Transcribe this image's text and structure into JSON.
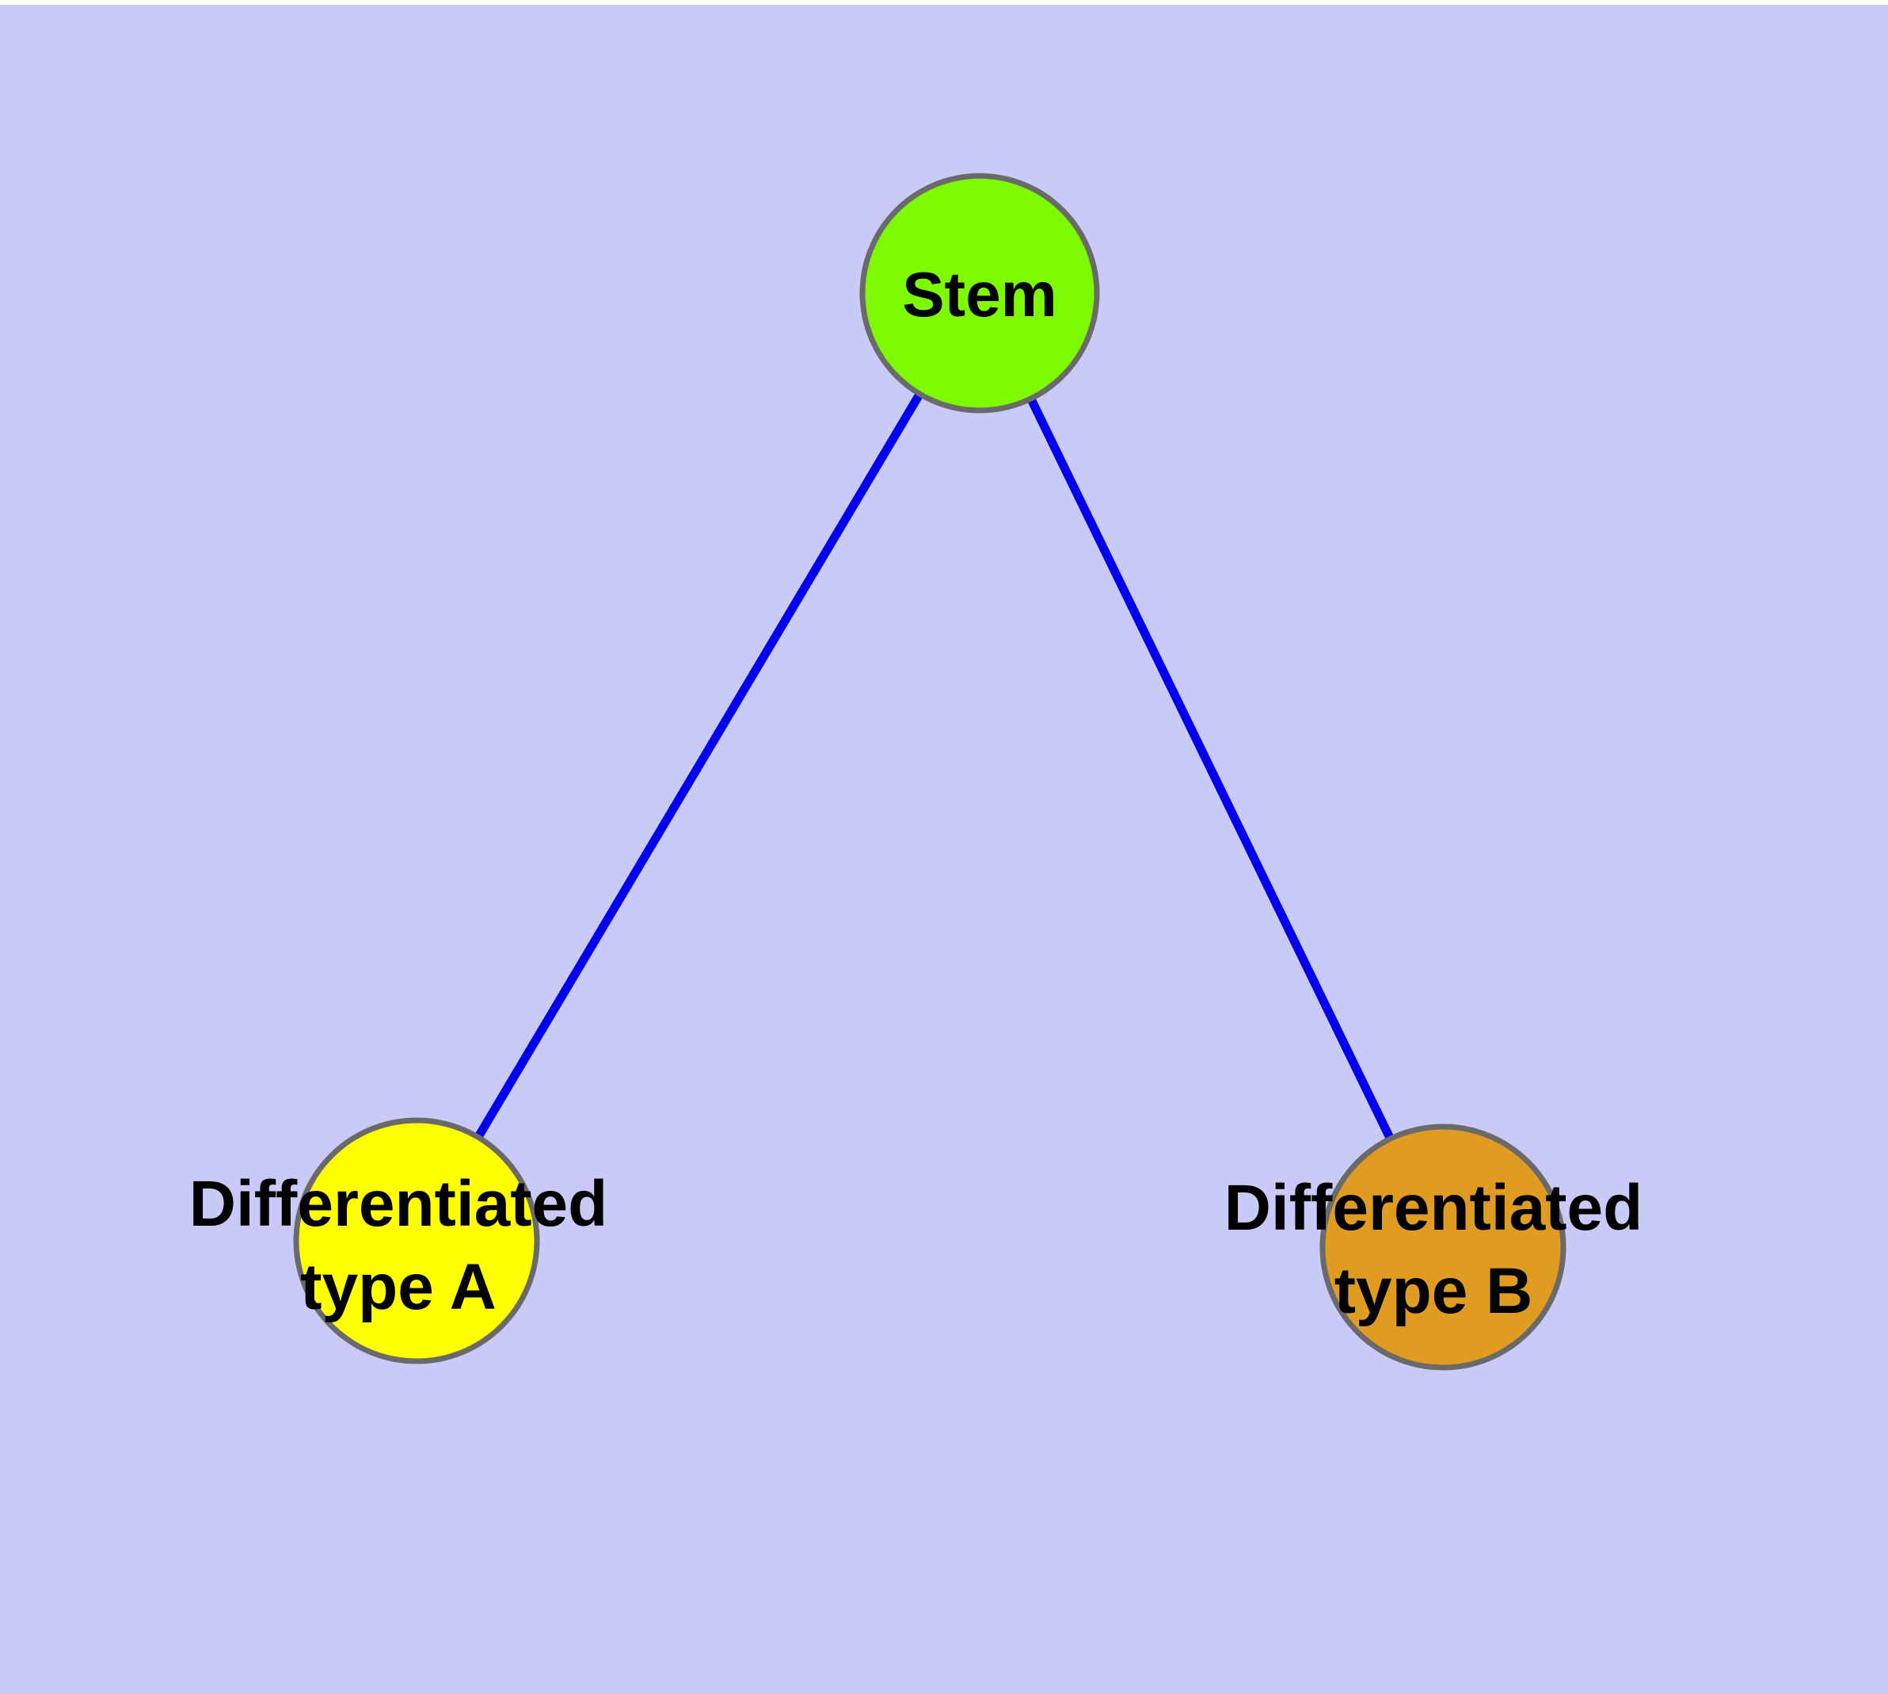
{
  "canvas": {
    "background_color": "#cacaf8",
    "top_strip_color": "#ffffff",
    "text_color": "#000000"
  },
  "diagram": {
    "nodes": [
      {
        "id": "stem",
        "label": "Stem",
        "fill_color": "#7dfa00",
        "border_color": "#6a6a6a"
      },
      {
        "id": "differentiated-type-a",
        "label_line1": "Differentiated",
        "label_line2": "type A",
        "fill_color": "#ffff00",
        "border_color": "#6a6a6a"
      },
      {
        "id": "differentiated-type-b",
        "label_line1": "Differentiated",
        "label_line2": "type B",
        "fill_color": "#e09c20",
        "border_color": "#6a6a6a"
      }
    ],
    "edges": [
      {
        "from": "stem",
        "to": "differentiated-type-a",
        "color": "#0000ee"
      },
      {
        "from": "stem",
        "to": "differentiated-type-b",
        "color": "#0000ee"
      }
    ]
  }
}
